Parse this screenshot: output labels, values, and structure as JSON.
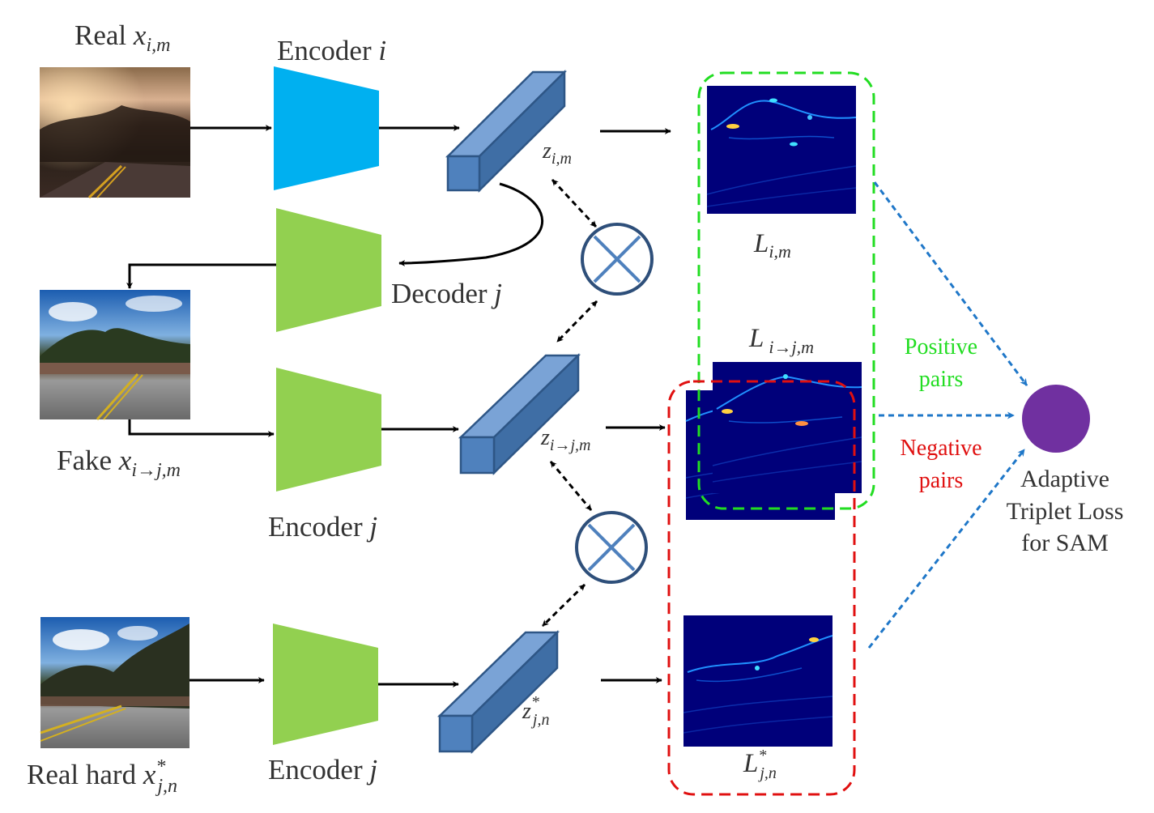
{
  "labels": {
    "real_prefix": "Real ",
    "real_var": "x",
    "real_sub": "i,m",
    "fake_prefix": "Fake ",
    "fake_var": "x",
    "fake_sub": "i→j,m",
    "hard_prefix": "Real hard ",
    "hard_var": "x",
    "hard_sup": "*",
    "hard_sub": "j,n",
    "encoder_i_text": "Encoder ",
    "encoder_i_var": "i",
    "decoder_j_text": "Decoder ",
    "decoder_j_var": "j",
    "encoder_j_text": "Encoder ",
    "encoder_j_var": "j",
    "encoder_j2_text": "Encoder ",
    "encoder_j2_var": "j",
    "z1_var": "z",
    "z1_sub": "i,m",
    "z2_var": "z",
    "z2_sub": "i→j,m",
    "z3_var": "z",
    "z3_sup": "*",
    "z3_sub": "j,n",
    "L1_var": "L",
    "L1_sub": "i,m",
    "L2_var": "L",
    "L2_sub": "i→j,m",
    "L3_var": "L",
    "L3_sup": "*",
    "L3_sub": "j,n",
    "positive_1": "Positive",
    "positive_2": "pairs",
    "negative_1": "Negative",
    "negative_2": "pairs",
    "loss_1": "Adaptive",
    "loss_2": "Triplet Loss",
    "loss_3": "for SAM"
  },
  "colors": {
    "encoder_i": "#00b0f0",
    "encoder_decoder_j": "#92d050",
    "latent_front": "#4f81bd",
    "latent_top": "#7aa3d6",
    "latent_side": "#3f6ea5",
    "latent_stroke": "#2e5686",
    "multiply_ring": "#2e4f7a",
    "multiply_cross": "#4f81bd",
    "positive_group": "#22dd22",
    "negative_group": "#e01010",
    "positive_text": "#22dd22",
    "negative_text": "#e01010",
    "loss_node": "#7030a0",
    "dashed_arrow": "#1f77c8",
    "heatmap_bg": "#00007a"
  },
  "icons": {
    "multiply": "circled-times-icon",
    "loss": "filled-circle-icon"
  }
}
